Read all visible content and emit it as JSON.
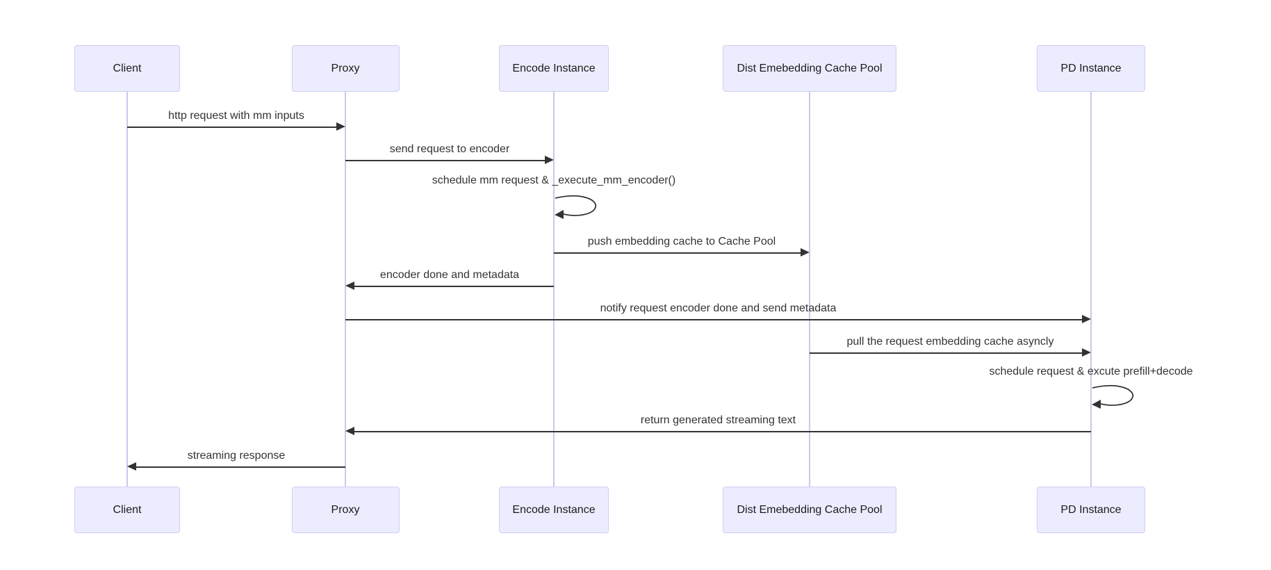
{
  "diagram": {
    "type": "sequence-diagram",
    "colors": {
      "background": "#ffffff",
      "actor_fill": "#ECECFF",
      "actor_border": "#d0ccf2",
      "lifeline": "#cbc7ee",
      "signal": "#333333",
      "message_text": "#333333",
      "actor_text": "#1a1a1a"
    },
    "actors": [
      {
        "id": "client",
        "label": "Client"
      },
      {
        "id": "proxy",
        "label": "Proxy"
      },
      {
        "id": "encode",
        "label": "Encode Instance"
      },
      {
        "id": "cachepool",
        "label": "Dist Emebedding Cache Pool"
      },
      {
        "id": "pd",
        "label": "PD Instance"
      }
    ],
    "messages": [
      {
        "text": "http request with mm inputs",
        "from": "client",
        "to": "proxy",
        "kind": "solid"
      },
      {
        "text": "send request to encoder",
        "from": "proxy",
        "to": "encode",
        "kind": "solid"
      },
      {
        "text": "schedule mm request & _execute_mm_encoder()",
        "from": "encode",
        "to": "encode",
        "kind": "self"
      },
      {
        "text": "push embedding cache to Cache Pool",
        "from": "encode",
        "to": "cachepool",
        "kind": "solid"
      },
      {
        "text": "encoder done and metadata",
        "from": "encode",
        "to": "proxy",
        "kind": "solid"
      },
      {
        "text": "notify request encoder done and send metadata",
        "from": "proxy",
        "to": "pd",
        "kind": "solid"
      },
      {
        "text": "pull the request embedding cache asyncly",
        "from": "cachepool",
        "to": "pd",
        "kind": "solid"
      },
      {
        "text": "schedule request & excute prefill+decode",
        "from": "pd",
        "to": "pd",
        "kind": "self"
      },
      {
        "text": "return generated streaming text",
        "from": "pd",
        "to": "proxy",
        "kind": "solid"
      },
      {
        "text": "streaming response",
        "from": "proxy",
        "to": "client",
        "kind": "solid"
      }
    ]
  }
}
